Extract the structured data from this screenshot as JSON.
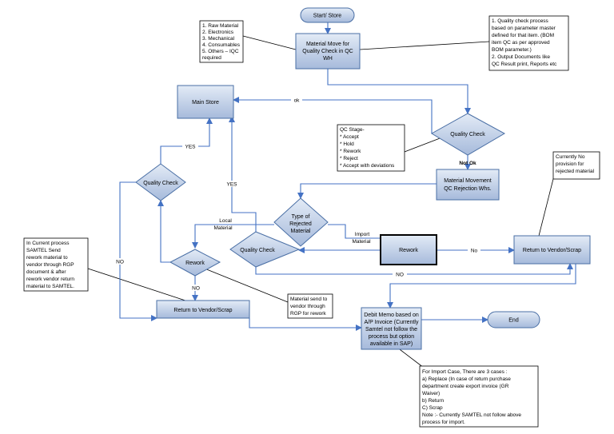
{
  "colors": {
    "node_fill_top": "#dbe5f3",
    "node_fill_bottom": "#a9bcd9",
    "node_stroke": "#4a6fa5",
    "flow_line": "#4472c4",
    "note_line": "#000000"
  },
  "nodes": {
    "start": "Start/ Store",
    "material_move": [
      "Material Move for",
      "Quality Check in QC",
      "WH"
    ],
    "main_store": "Main Store",
    "quality_check_top": "Quality Check",
    "material_movement": [
      "Material Movement",
      "QC Rejection Whs."
    ],
    "quality_check_left": "Quality Check",
    "type_rejected": [
      "Type of",
      "Rejected",
      "Material"
    ],
    "quality_check_mid": "Quality Check",
    "rework_diamond": "Rework",
    "rework_box": "Rework",
    "return_vendor_right": "Return to Vendor/Scrap",
    "return_vendor_left": "Return to Vendor/Scrap",
    "debit_memo": [
      "Debit Memo based on",
      "A/P Invoice (Currently",
      "Samtel not follow the",
      "process but option",
      "available in SAP)"
    ],
    "end": "End"
  },
  "edge_labels": {
    "ok": "ok",
    "not_ok": "Not Ok",
    "yes_left": "YES",
    "yes_mid": "YES",
    "no_left": "NO",
    "local_material": [
      "Local",
      "Material"
    ],
    "import_material": [
      "Import",
      "Material"
    ],
    "no_rework": "NO",
    "no_right": "No",
    "no_bottom": "NO"
  },
  "notes": {
    "material_types": [
      "1. Raw Material",
      "2. Electronics",
      "3. Mechanical",
      "4. Consumables",
      "5. Others – IQC",
      "required"
    ],
    "quality_process": [
      "1. Quality check process",
      "based on parameter master",
      "defined for that item. (BOM",
      "item QC as per approved",
      "BOM parameter.)",
      "2. Output Documents like",
      "QC Result print, Reports etc"
    ],
    "qc_stage": [
      "QC Stage-",
      "* Accept",
      "* Hold",
      "* Rework",
      "* Reject",
      "* Accept with deviations"
    ],
    "no_provision": [
      "Currently No",
      "provision for",
      "rejected material"
    ],
    "samtel_process": [
      "In Current process",
      "SAMTEL Send",
      "rework material to",
      "vendor through RGP",
      "document & after",
      "rework vendor return",
      "material to SAMTEL."
    ],
    "rgp_note": [
      "Material send to",
      "vendor through",
      "RGP for rework"
    ],
    "import_case": [
      "For Import Case, There are 3 cases :",
      "a) Replace (In case of return purchase",
      "department create export invoice (GR",
      "Waiver)",
      "b) Return",
      "C) Scrap",
      "Note :- Currently SAMTEL not follow above",
      "process for import."
    ]
  }
}
